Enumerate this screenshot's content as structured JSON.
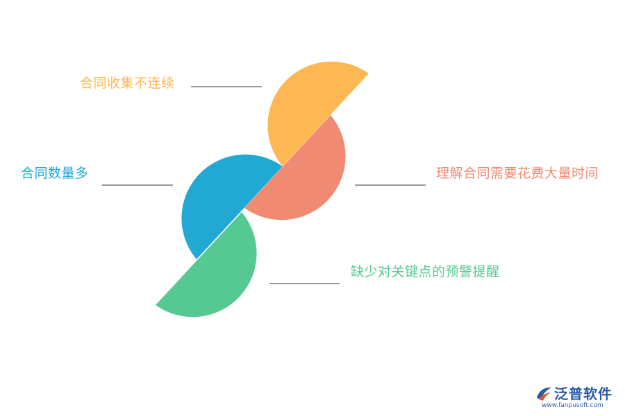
{
  "diagram": {
    "items": [
      {
        "label": "合同收集不连续",
        "color": "#FDB853"
      },
      {
        "label": "合同数量多",
        "color": "#21A9D3"
      },
      {
        "label": "理解合同需要花费大量时间",
        "color": "#F08A72"
      },
      {
        "label": "缺少对关键点的预警提醒",
        "color": "#56C993"
      }
    ],
    "connector_color": "#333333"
  },
  "logo": {
    "name": "泛普软件",
    "url": "www.fanpusoft.com"
  }
}
